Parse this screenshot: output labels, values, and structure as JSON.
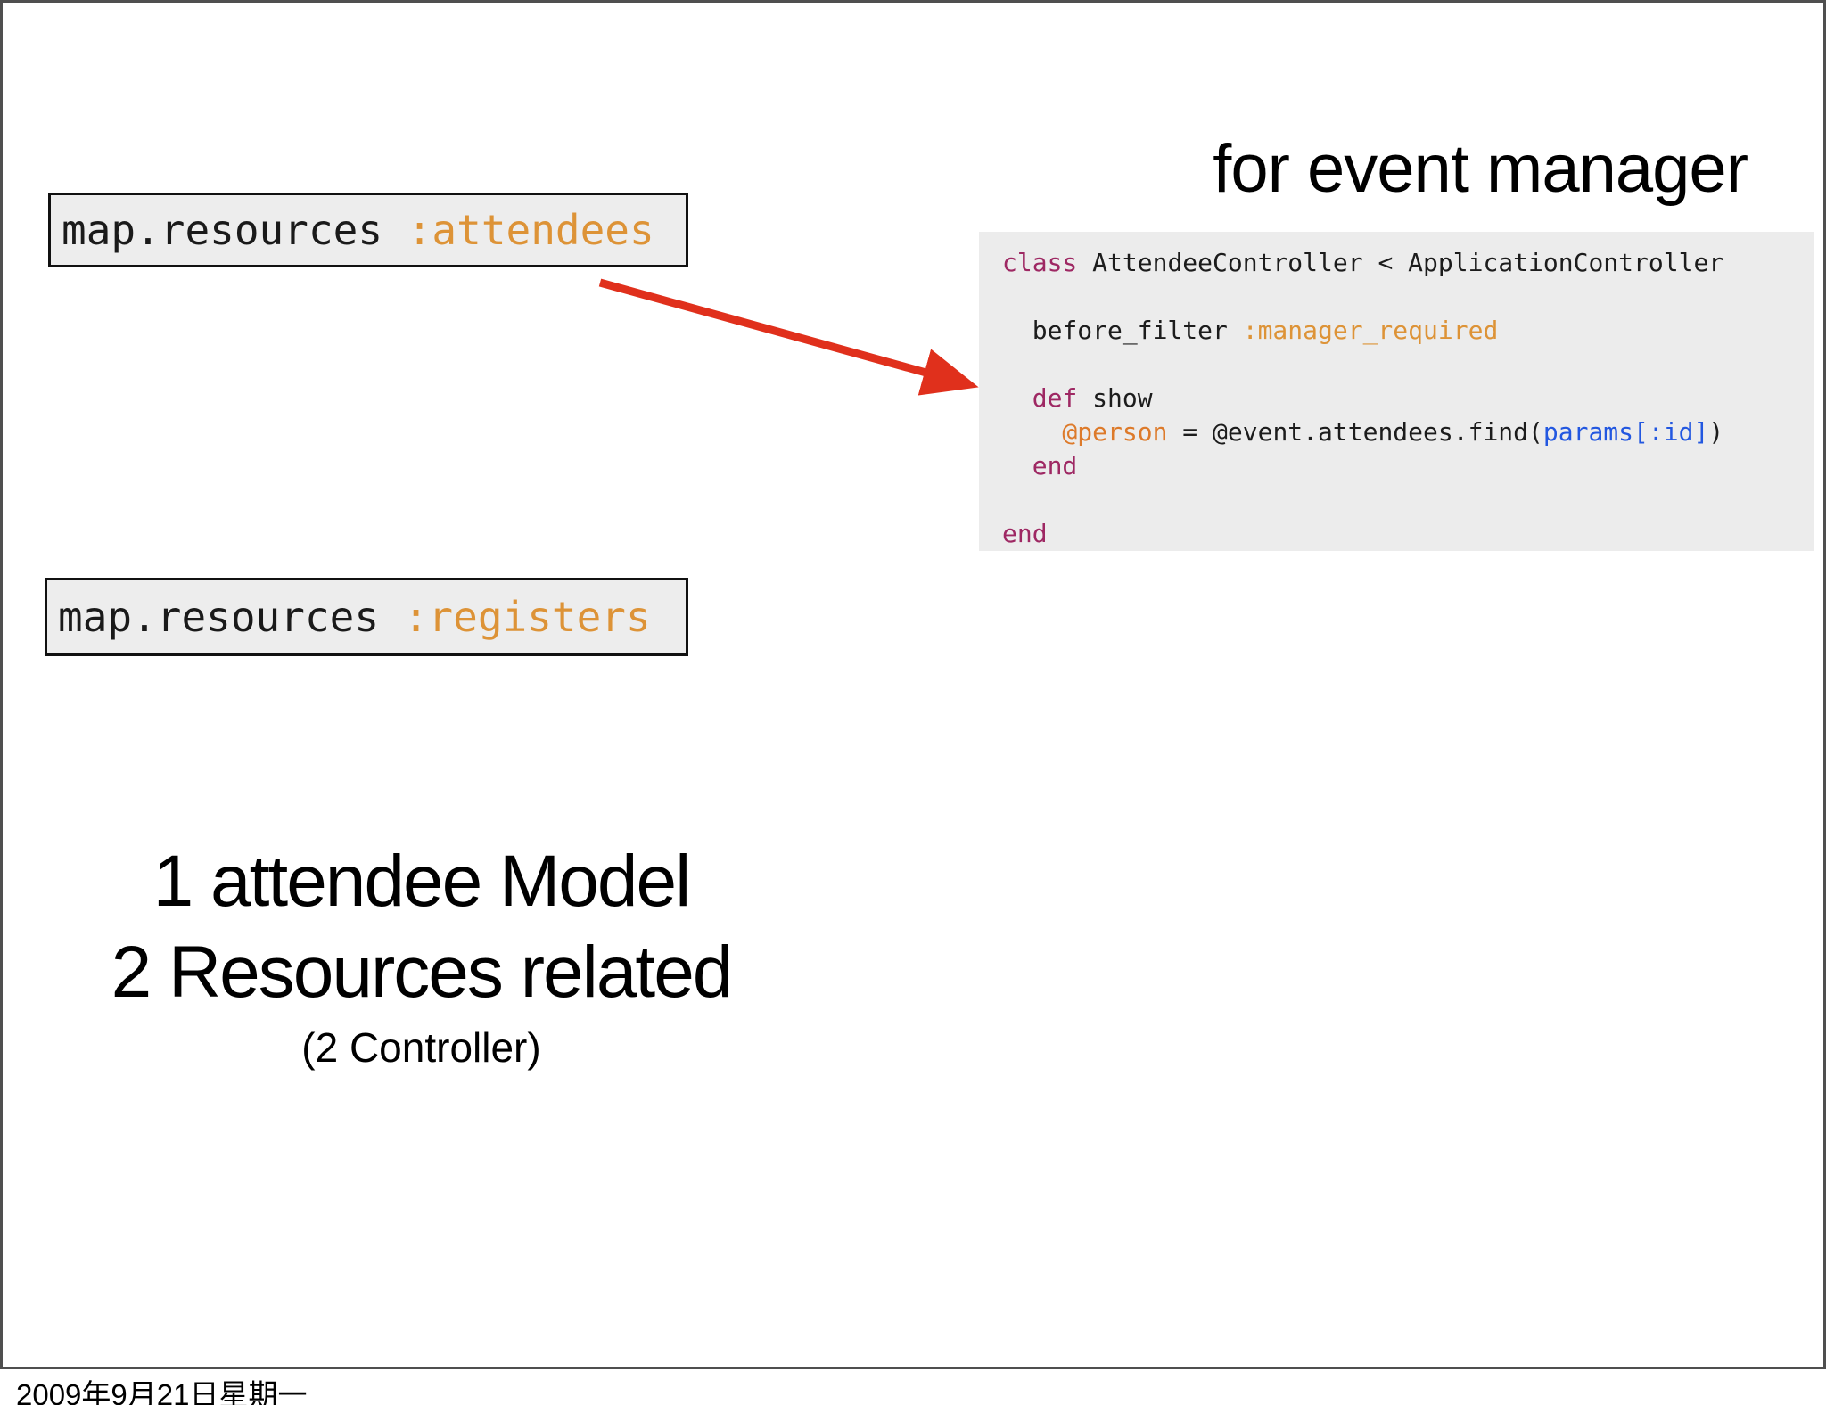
{
  "slide": {
    "title": "for event manager",
    "route_boxes": {
      "attendees": {
        "plain": "map.resources ",
        "symbol": ":attendees"
      },
      "registers": {
        "plain": "map.resources ",
        "symbol": ":registers"
      }
    },
    "code_block": {
      "line1_kw": "class",
      "line1_rest": " AttendeeController < ApplicationController",
      "line3_plain": "  before_filter ",
      "line3_sym": ":manager_required",
      "line5_kw": "  def",
      "line5_rest": " show",
      "line6_var": "    @person",
      "line6_mid": " = @event.attendees.find(",
      "line6_param": "params[:id]",
      "line6_close": ")",
      "line7_kw": "  end",
      "line9_kw": "end"
    },
    "summary": {
      "line1": "1 attendee Model",
      "line2": "2 Resources related",
      "line3": "(2 Controller)"
    },
    "footer_date": "2009年9月21日星期一",
    "colors": {
      "symbol_orange": "#dd9337",
      "keyword_maroon": "#9e2863",
      "param_blue": "#2257e0",
      "arrow_red": "#e0301c",
      "code_background": "#ececec",
      "box_background": "#ededed",
      "frame_border": "#4f4f4f"
    }
  }
}
